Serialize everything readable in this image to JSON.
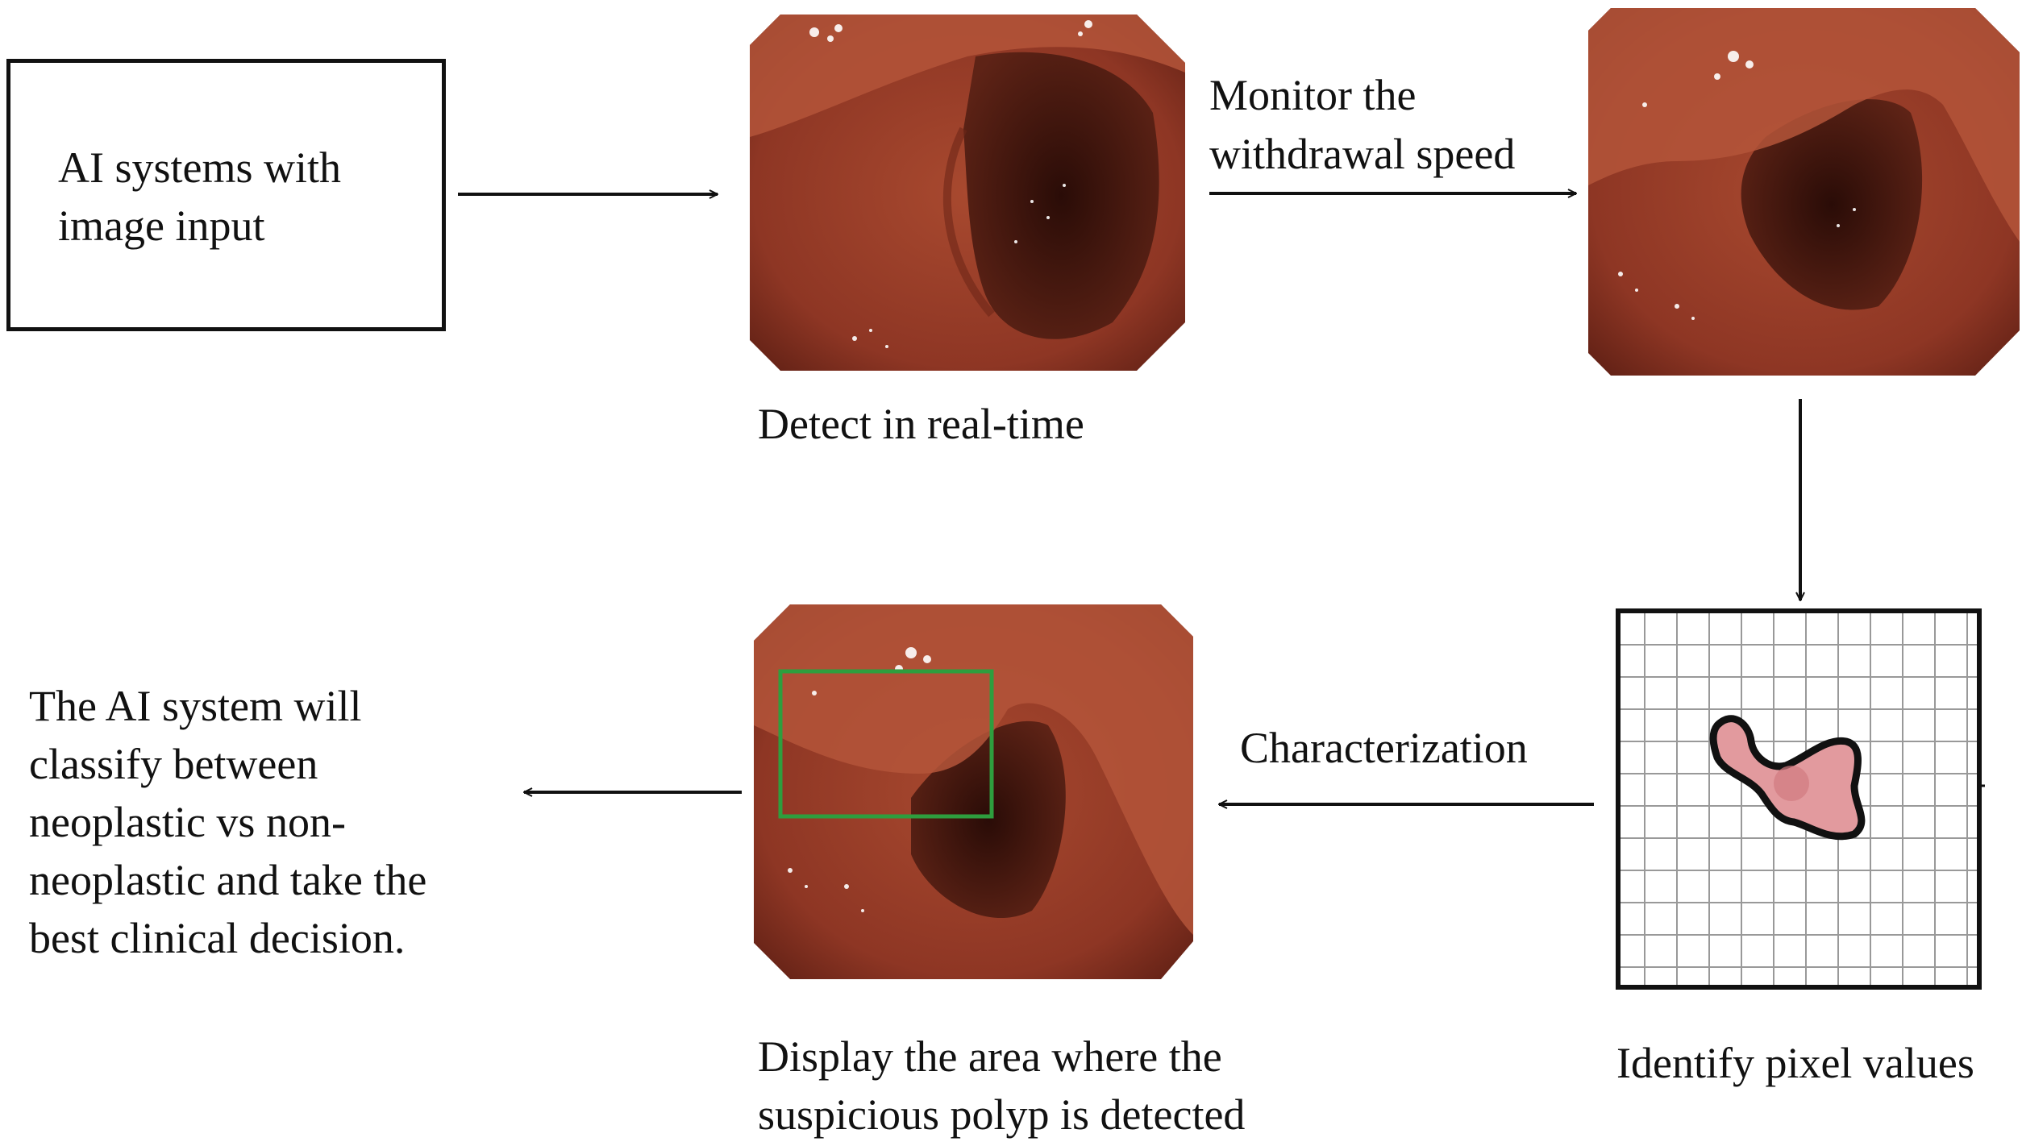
{
  "input_box": {
    "line1": "AI systems with",
    "line2": "image input"
  },
  "detect": {
    "label": "Detect in real-time"
  },
  "monitor": {
    "line1": "Monitor the",
    "line2": "withdrawal speed"
  },
  "pixel": {
    "label": "Identify pixel values"
  },
  "characterization": {
    "label": "Characterization"
  },
  "display": {
    "line1": "Display the area where the",
    "line2": "suspicious polyp is detected"
  },
  "outcome": {
    "line1": "The AI system will",
    "line2": "classify between",
    "line3": "neoplastic vs non-",
    "line4": "neoplastic and take the",
    "line5": "best clinical decision."
  },
  "colors": {
    "tissue": "#9a3e2a",
    "lumen": "#3e130c",
    "detection_box": "#2e9e3e",
    "lesion": "#e29a9e"
  }
}
